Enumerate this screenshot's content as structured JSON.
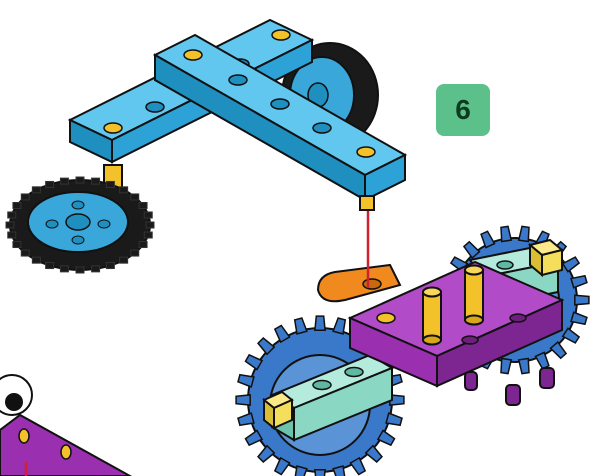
{
  "step": {
    "number": "6",
    "badge_bg": "#5cc08a",
    "badge_text_color": "#0c3b1e"
  },
  "palette": {
    "outline": "#111111",
    "beam_blue": "#42b8e6",
    "beam_blue_dark": "#1f8fc0",
    "tire": "#1a1a1a",
    "wheel_hub": "#3aa7da",
    "peg_yellow": "#f3c12a",
    "plate_purple": "#9a2fb0",
    "plate_purple_dark": "#6d1e7e",
    "gear_blue": "#3a78c9",
    "beam_mint": "#8ad8c4",
    "cube_yellow": "#f4de5c",
    "connector_orange": "#f08a1f",
    "guide_red": "#d1202f"
  },
  "parts": [
    {
      "name": "blue-beam-top",
      "icon": "beam-icon"
    },
    {
      "name": "blue-beam-cross",
      "icon": "beam-icon"
    },
    {
      "name": "wheel-left",
      "icon": "wheel-icon"
    },
    {
      "name": "wheel-back",
      "icon": "wheel-icon"
    },
    {
      "name": "purple-plate",
      "icon": "plate-icon"
    },
    {
      "name": "gear-left",
      "icon": "gear-icon"
    },
    {
      "name": "gear-right",
      "icon": "gear-icon"
    },
    {
      "name": "orange-connector",
      "icon": "connector-icon"
    }
  ]
}
